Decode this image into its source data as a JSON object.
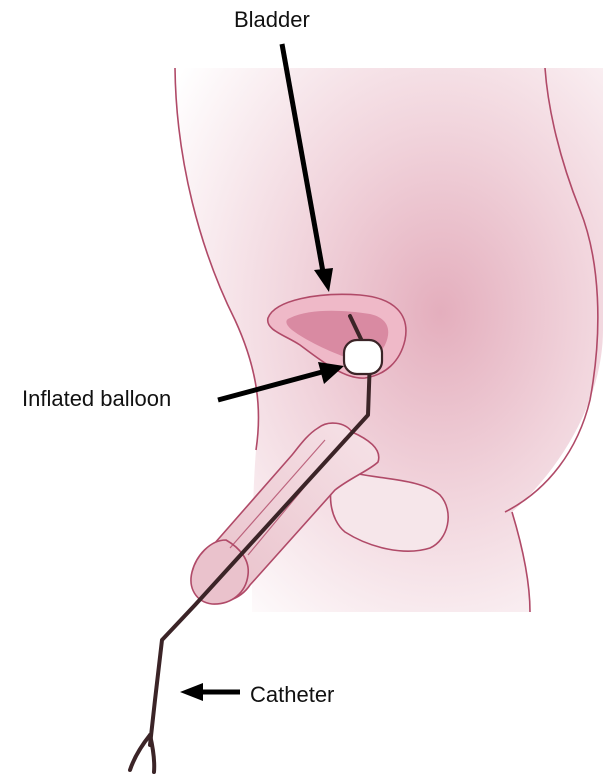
{
  "labels": {
    "bladder": "Bladder",
    "balloon": "Inflated balloon",
    "catheter": "Catheter"
  },
  "colors": {
    "outline": "#b04a68",
    "body_fill": "#f3dce3",
    "bladder_fill": "#e8a9bb",
    "bladder_inner": "#d6849d",
    "catheter": "#3b2427",
    "arrow": "#000000",
    "balloon": "#ffffff"
  }
}
